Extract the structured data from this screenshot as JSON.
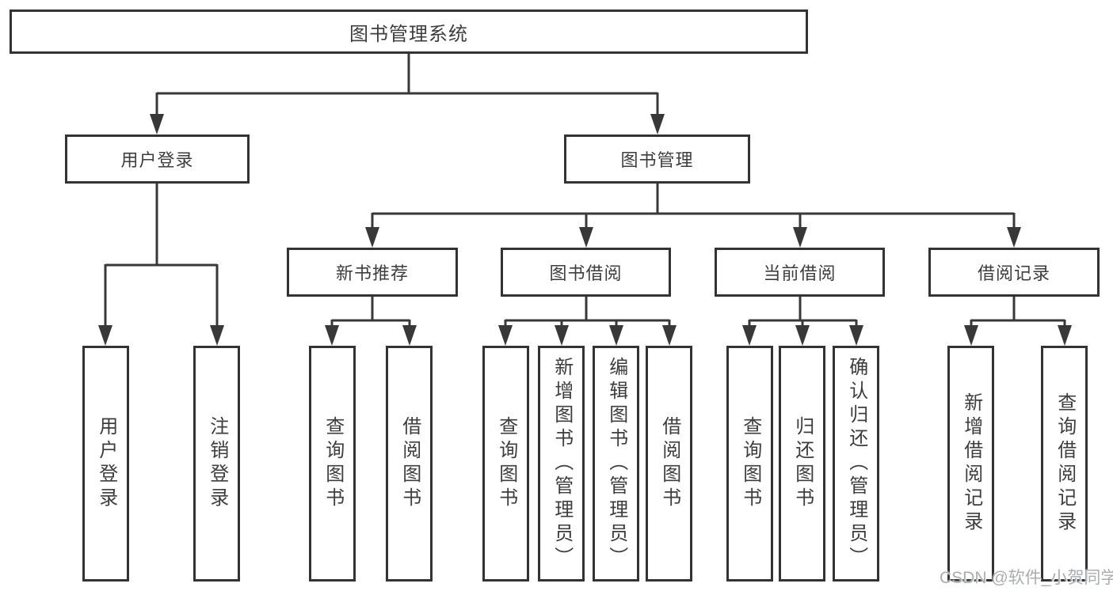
{
  "tree": {
    "label": "图书管理系统",
    "children": [
      {
        "label": "用户登录",
        "children": [
          {
            "label": "用户登录"
          },
          {
            "label": "注销登录"
          }
        ]
      },
      {
        "label": "图书管理",
        "children": [
          {
            "label": "新书推荐",
            "children": [
              {
                "label": "查询图书"
              },
              {
                "label": "借阅图书"
              }
            ]
          },
          {
            "label": "图书借阅",
            "children": [
              {
                "label": "查询图书"
              },
              {
                "label": "新增图书（管理员）"
              },
              {
                "label": "编辑图书（管理员）"
              },
              {
                "label": "借阅图书"
              }
            ]
          },
          {
            "label": "当前借阅",
            "children": [
              {
                "label": "查询图书"
              },
              {
                "label": "归还图书"
              },
              {
                "label": "确认归还（管理员）"
              }
            ]
          },
          {
            "label": "借阅记录",
            "children": [
              {
                "label": "新增借阅记录"
              },
              {
                "label": "查询借阅记录"
              }
            ]
          }
        ]
      }
    ]
  },
  "watermark": "CSDN @软件_小贺同学",
  "colors": {
    "line": "#383838",
    "box_border": "#333333",
    "text": "#3d3d3d",
    "watermark_text": "#a9adb1",
    "background": "#ffffff"
  }
}
